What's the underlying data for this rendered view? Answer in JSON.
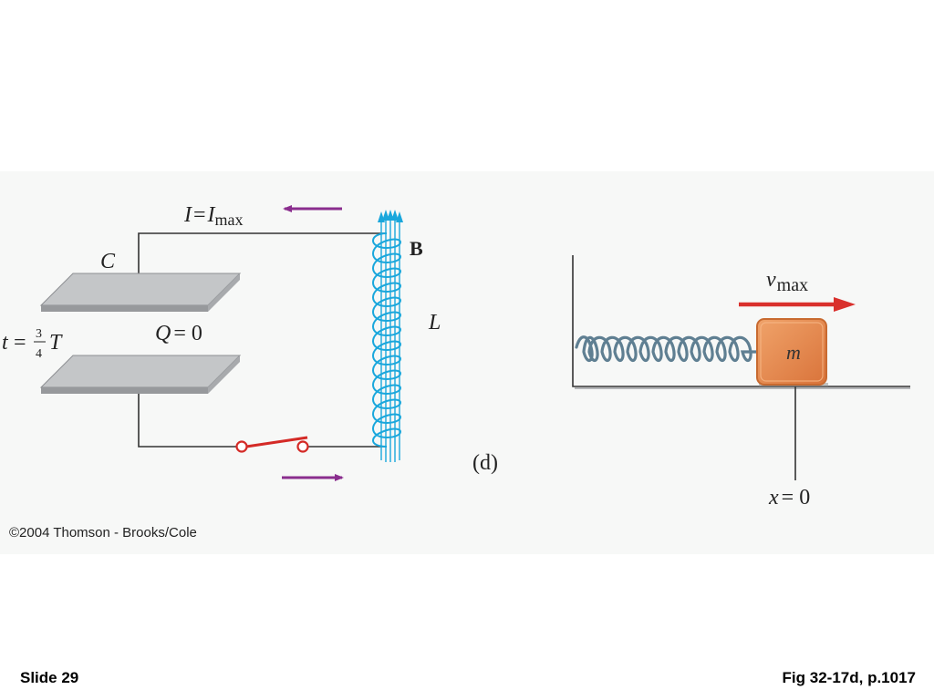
{
  "circuit": {
    "current_label_I": "I",
    "current_label_eq": "=",
    "current_label_Imax": "I",
    "current_label_sub": "max",
    "capacitor_label": "C",
    "charge_label": "Q",
    "charge_eq": "= 0",
    "time_t": "t",
    "time_eq": "=",
    "time_num": "3",
    "time_den": "4",
    "time_T": "T",
    "field_label": "B",
    "inductor_label": "L",
    "panel_label": "(d)",
    "colors": {
      "arrow": "#8a2e8e",
      "switch": "#d42a26",
      "coil": "#1aa7dc",
      "plate": "#b9bbbd",
      "wire": "#333333"
    }
  },
  "spring_block": {
    "velocity_v": "v",
    "velocity_sub": "max",
    "mass_label": "m",
    "position_x": "x",
    "position_eq": "= 0",
    "colors": {
      "velocity_arrow": "#d9302c",
      "block": "#e8894b",
      "spring": "#5f7f92"
    }
  },
  "footer": {
    "copyright": "©2004 Thomson - Brooks/Cole",
    "slide_number": "Slide 29",
    "figure_ref": "Fig 32-17d, p.1017"
  }
}
